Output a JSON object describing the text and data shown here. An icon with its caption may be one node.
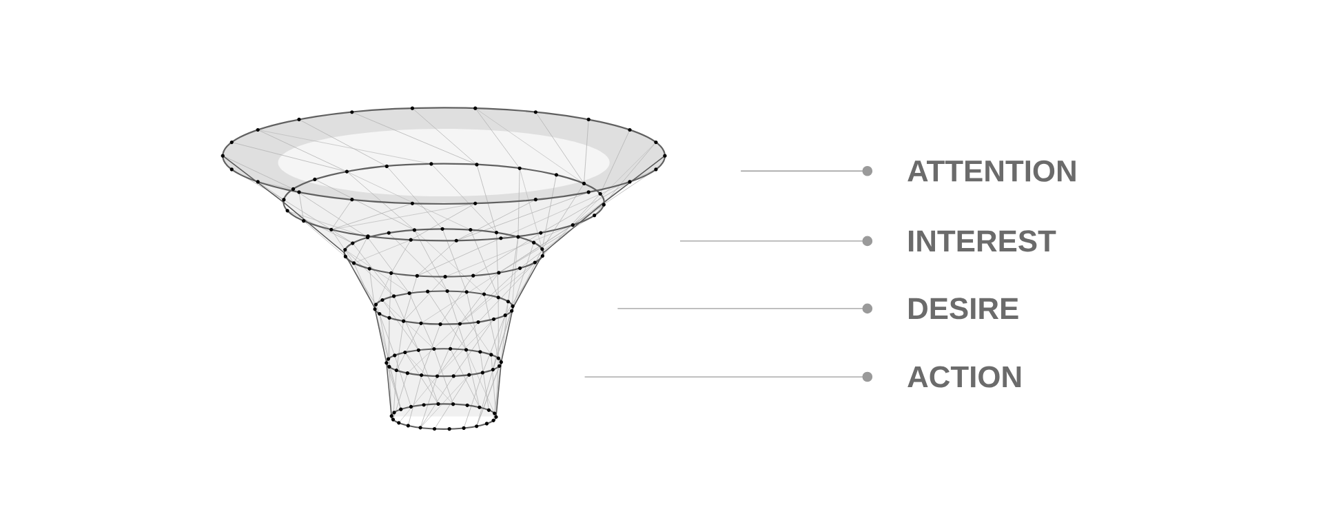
{
  "diagram": {
    "nodes": [
      {
        "text": [
          "ATTENTION"
        ]
      },
      {
        "text": [
          "INTEREST"
        ]
      },
      {
        "text": [
          "DESIRE"
        ]
      },
      {
        "text": [
          "ACTION"
        ]
      }
    ],
    "edges": [
      {
        "from": 0,
        "to": null,
        "arrow": "other"
      },
      {
        "from": 1,
        "to": null,
        "arrow": "other"
      },
      {
        "from": 2,
        "to": null,
        "arrow": "other"
      },
      {
        "from": 3,
        "to": null,
        "arrow": "other"
      }
    ]
  }
}
